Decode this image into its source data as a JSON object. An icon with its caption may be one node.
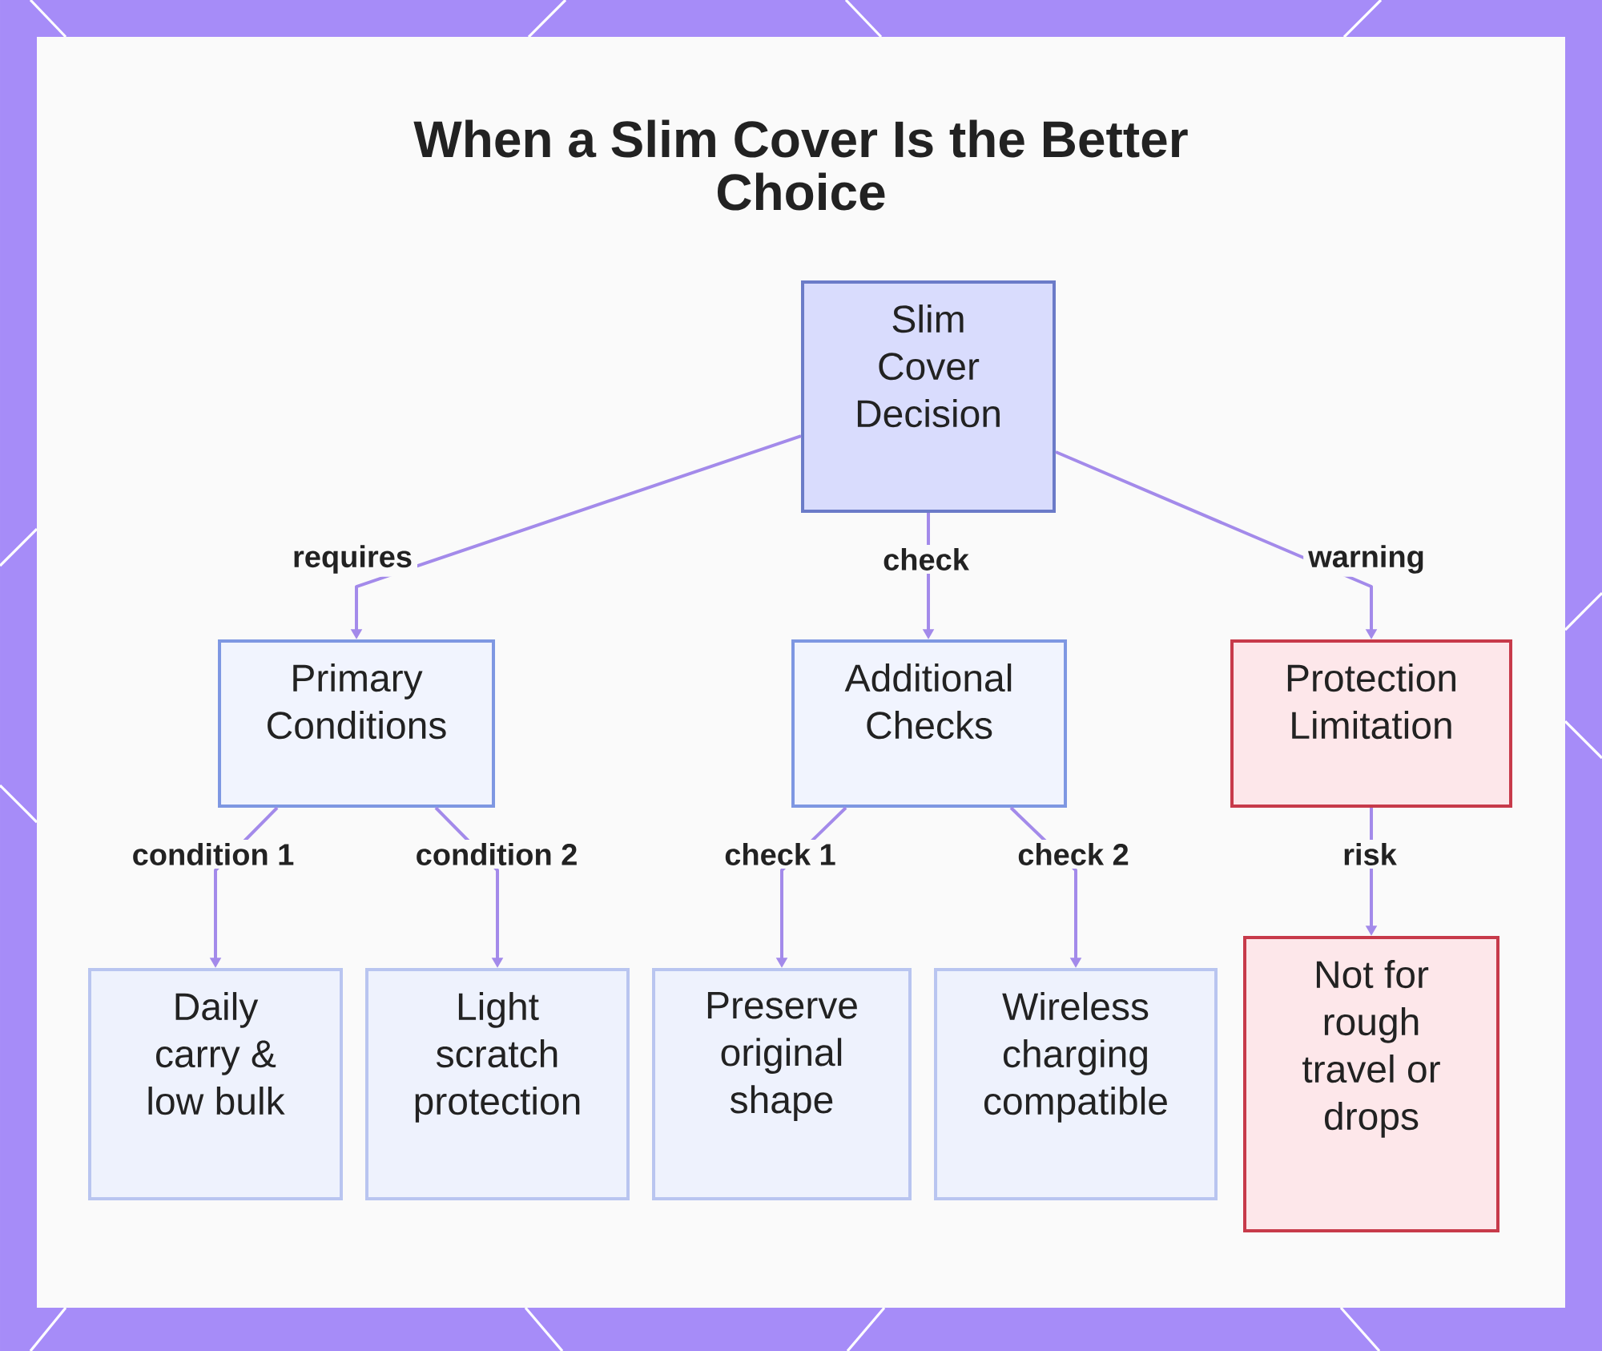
{
  "diagram": {
    "title": "When a Slim Cover Is the Better Choice",
    "nodes": [
      {
        "text": [
          "Slim Cover Decision"
        ]
      },
      {
        "text": [
          "Primary Conditions"
        ]
      },
      {
        "text": [
          "Additional Checks"
        ]
      },
      {
        "text": [
          "Protection Limitation"
        ]
      },
      {
        "text": [
          "Daily carry & low bulk"
        ]
      },
      {
        "text": [
          "Light scratch protection"
        ]
      },
      {
        "text": [
          "Preserve original shape"
        ]
      },
      {
        "text": [
          "Wireless charging compatible"
        ]
      },
      {
        "text": [
          "Not for rough travel or drops"
        ]
      }
    ],
    "edges": [
      {
        "from": 0,
        "to": 1,
        "arrow": "to",
        "label": "requires"
      },
      {
        "from": 0,
        "to": 2,
        "arrow": "to",
        "label": "check"
      },
      {
        "from": 0,
        "to": 3,
        "arrow": "to",
        "label": "warning"
      },
      {
        "from": 1,
        "to": 4,
        "arrow": "to",
        "label": "condition 1"
      },
      {
        "from": 1,
        "to": 5,
        "arrow": "to",
        "label": "condition 2"
      },
      {
        "from": 2,
        "to": 6,
        "arrow": "to",
        "label": "check 1"
      },
      {
        "from": 2,
        "to": 7,
        "arrow": "to",
        "label": "check 2"
      },
      {
        "from": 3,
        "to": 8,
        "arrow": "to",
        "label": "risk"
      }
    ]
  }
}
